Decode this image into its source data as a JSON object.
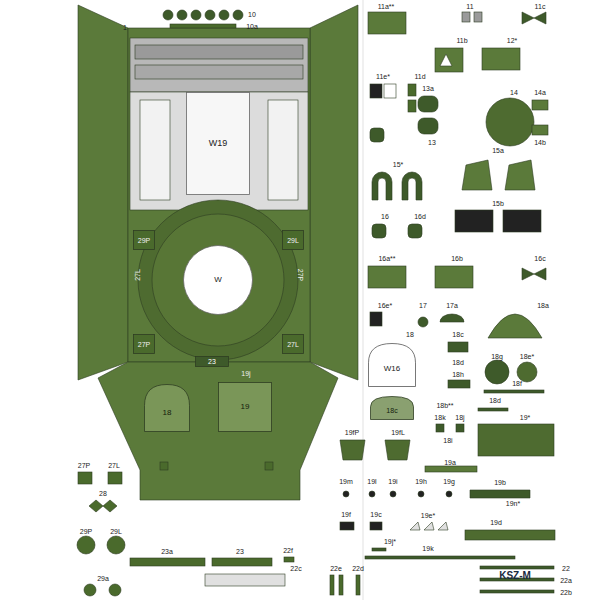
{
  "diagram": {
    "nodes": [
      {
        "text": [
          "W19"
        ]
      },
      {
        "text": [
          "29P"
        ]
      },
      {
        "text": [
          "29L"
        ]
      },
      {
        "text": [
          "W"
        ]
      },
      {
        "text": [
          "27P"
        ]
      },
      {
        "text": [
          "27L"
        ]
      },
      {
        "text": [
          "23"
        ]
      },
      {
        "text": [
          "18"
        ]
      },
      {
        "text": [
          "19"
        ]
      },
      {
        "text": [
          "W16"
        ]
      },
      {
        "text": [
          "18c"
        ]
      }
    ],
    "labels": [
      "1",
      "10",
      "10a",
      "27L",
      "27P",
      "19j",
      "27P",
      "27L",
      "28",
      "29P",
      "29L",
      "29a",
      "23a",
      "23",
      "22f",
      "22c",
      "22e",
      "22d",
      "11a**",
      "11",
      "11c",
      "11b",
      "12*",
      "11e*",
      "11d",
      "13a",
      "14",
      "14a",
      "13",
      "14b",
      "15*",
      "15a",
      "15b",
      "16",
      "16d",
      "16a**",
      "16b",
      "16c",
      "16e*",
      "17",
      "17a",
      "18a",
      "18",
      "18c",
      "18d",
      "18g",
      "18e*",
      "18h",
      "18f",
      "18b**",
      "18d",
      "18k",
      "18j",
      "18i",
      "19*",
      "19fP",
      "19fL",
      "19a",
      "19b",
      "19m",
      "19l",
      "19i",
      "19h",
      "19g",
      "19f",
      "19c",
      "19e*",
      "19n*",
      "19d",
      "19j*",
      "19k",
      "22",
      "22a",
      "22b",
      "KSZ-M"
    ]
  }
}
